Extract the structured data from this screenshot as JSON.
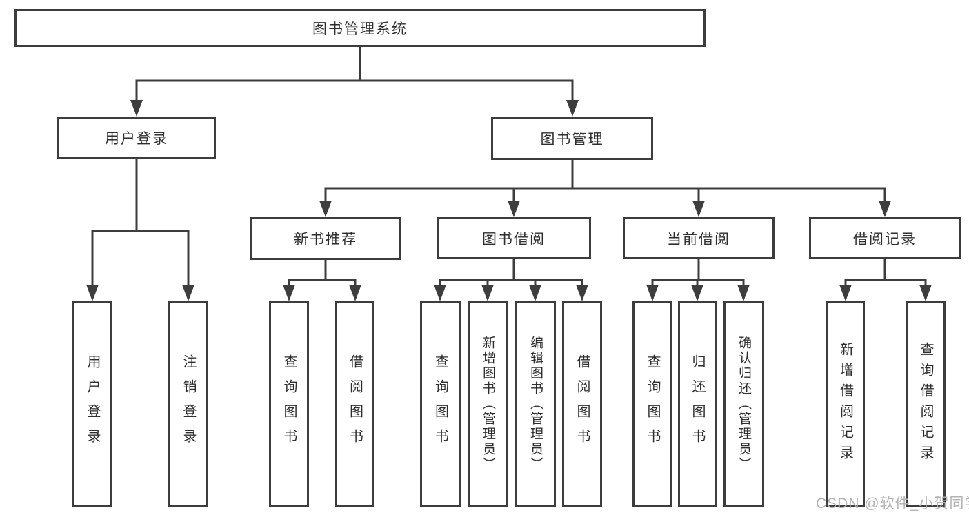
{
  "diagram": {
    "title": "图书管理系统",
    "root": {
      "label": "图书管理系统"
    },
    "level2": [
      {
        "id": "user-login",
        "label": "用户登录"
      },
      {
        "id": "book-management",
        "label": "图书管理"
      }
    ],
    "level3": [
      {
        "id": "new-book-recommend",
        "label": "新书推荐"
      },
      {
        "id": "book-borrow",
        "label": "图书借阅"
      },
      {
        "id": "current-borrow",
        "label": "当前借阅"
      },
      {
        "id": "borrow-records",
        "label": "借阅记录"
      }
    ],
    "leaves": {
      "user_login": [
        "用户登录",
        "注销登录"
      ],
      "new_book_recommend": [
        "查询图书",
        "借阅图书"
      ],
      "book_borrow": [
        "查询图书",
        "新增图书（管理员）",
        "编辑图书（管理员）",
        "借阅图书"
      ],
      "current_borrow": [
        "查询图书",
        "归还图书",
        "确认归还（管理员）"
      ],
      "borrow_records": [
        "新增借阅记录",
        "查询借阅记录"
      ]
    }
  },
  "watermark": {
    "text": "CSDN @软件_小贺同学"
  },
  "colors": {
    "line": "#3d3d3d",
    "border": "#3d3d3d",
    "text": "#2e2e2e",
    "watermark": "#b3b3b3",
    "background": "#ffffff"
  }
}
